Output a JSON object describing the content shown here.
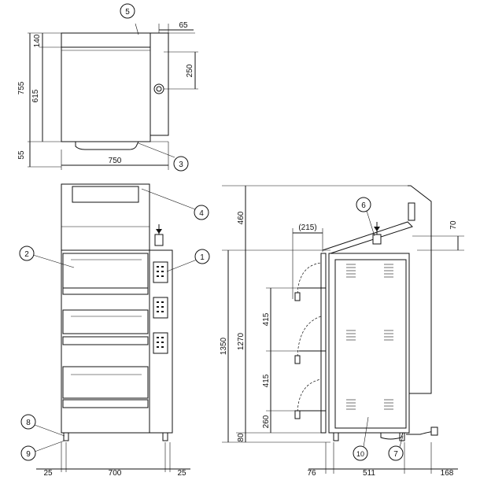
{
  "title": "",
  "balloons": [
    {
      "id": "b5",
      "label": "5"
    },
    {
      "id": "b3",
      "label": "3"
    },
    {
      "id": "b4",
      "label": "4"
    },
    {
      "id": "b2",
      "label": "2"
    },
    {
      "id": "b1",
      "label": "1"
    },
    {
      "id": "b8",
      "label": "8"
    },
    {
      "id": "b9",
      "label": "9"
    },
    {
      "id": "b6",
      "label": "6"
    },
    {
      "id": "b10",
      "label": "10"
    },
    {
      "id": "b7",
      "label": "7"
    }
  ],
  "dims": {
    "top_depth_total": "755",
    "top_depth_upper": "140",
    "top_depth_main": "615",
    "top_bottom_offset": "55",
    "top_width": "750",
    "top_pipe_offset": "65",
    "top_pipe_depth": "250",
    "front_width": "700",
    "front_left_margin": "25",
    "front_right_margin": "25",
    "side_total_height": "1350",
    "side_body_height": "1270",
    "side_leg_height": "80",
    "side_top_height": "460",
    "side_pipe_height": "70",
    "side_shelf_offset": "(215)",
    "side_pitch_1": "415",
    "side_pitch_2": "415",
    "side_bottom_shelf": "260",
    "side_depth": "511",
    "side_front_offset": "76",
    "side_rear_offset": "168"
  }
}
